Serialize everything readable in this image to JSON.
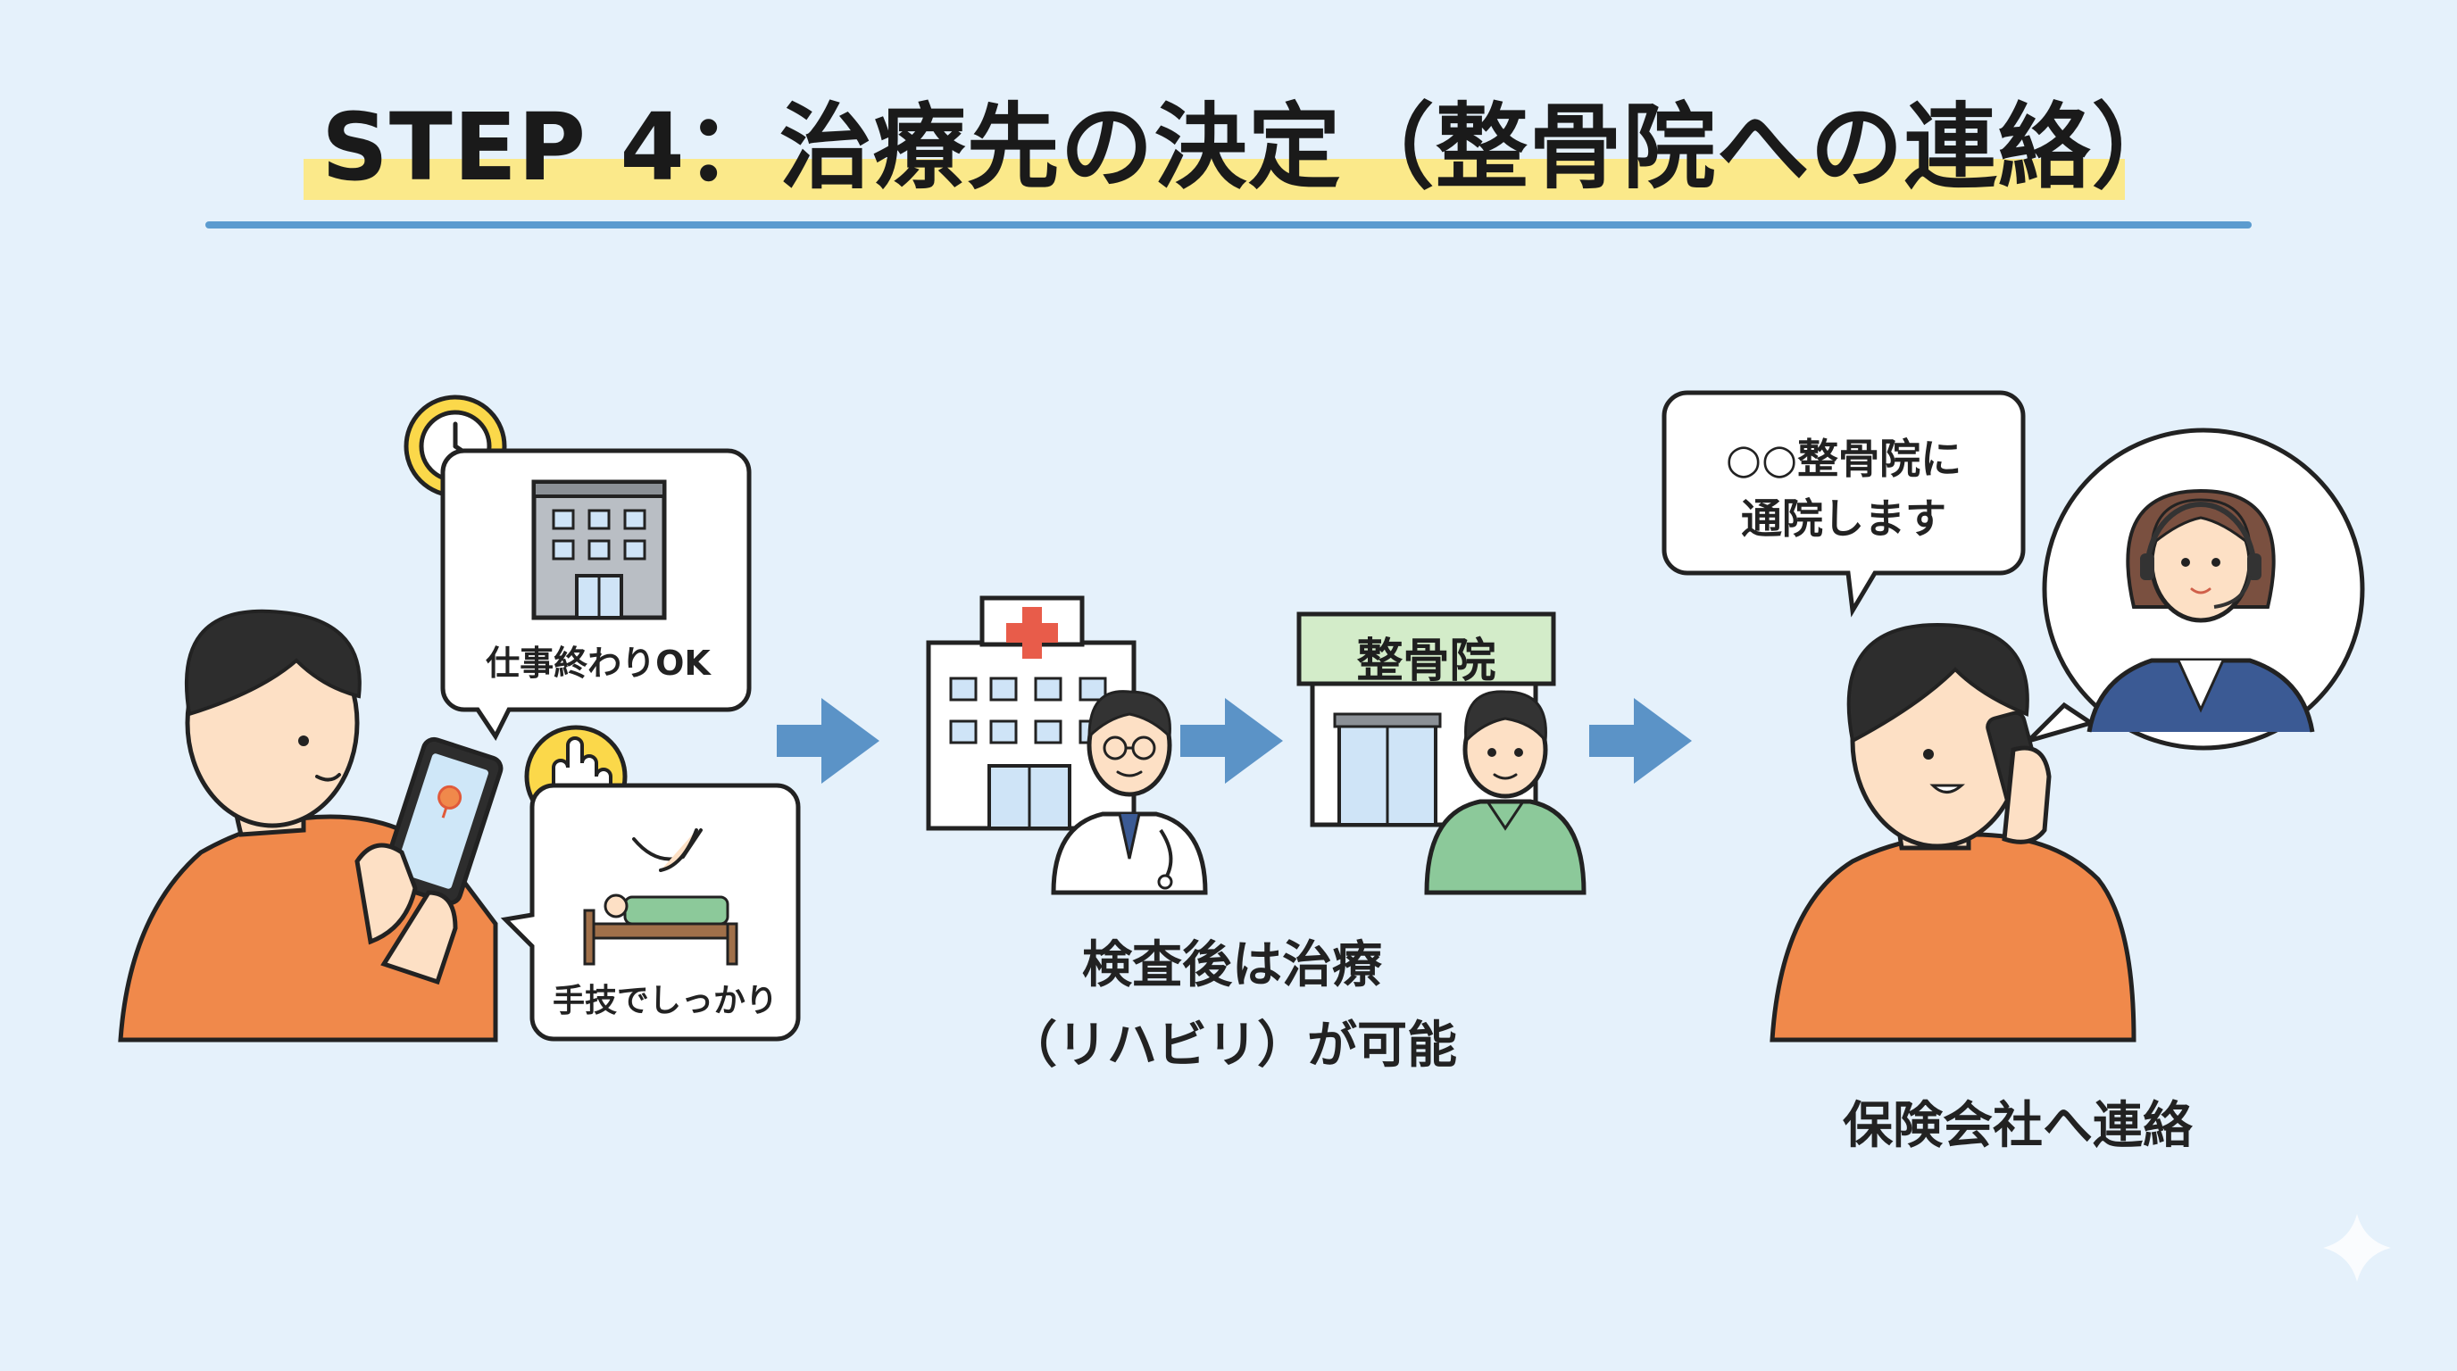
{
  "title": "STEP 4：治療先の決定（整骨院への連絡）",
  "bubble_evening": "仕事終わりOK",
  "bubble_manual": "手技でしっかり",
  "clinic_sign": "整骨院",
  "caption_treatment_line1": "検査後は治療",
  "caption_treatment_line2": "（リハビリ）が可能",
  "speech_line1": "○○整骨院に",
  "speech_line2": "通院します",
  "caption_insurance": "保険会社へ連絡",
  "colors": {
    "background": "#e5f1fb",
    "title_highlight": "#fbe98a",
    "rule": "#5b9bcf",
    "arrow": "#5b93c7",
    "shirt": "#f0894b",
    "clinic_green": "#d3ecc9",
    "scrub": "#8cc99a",
    "operator_suit": "#3b5a94"
  }
}
